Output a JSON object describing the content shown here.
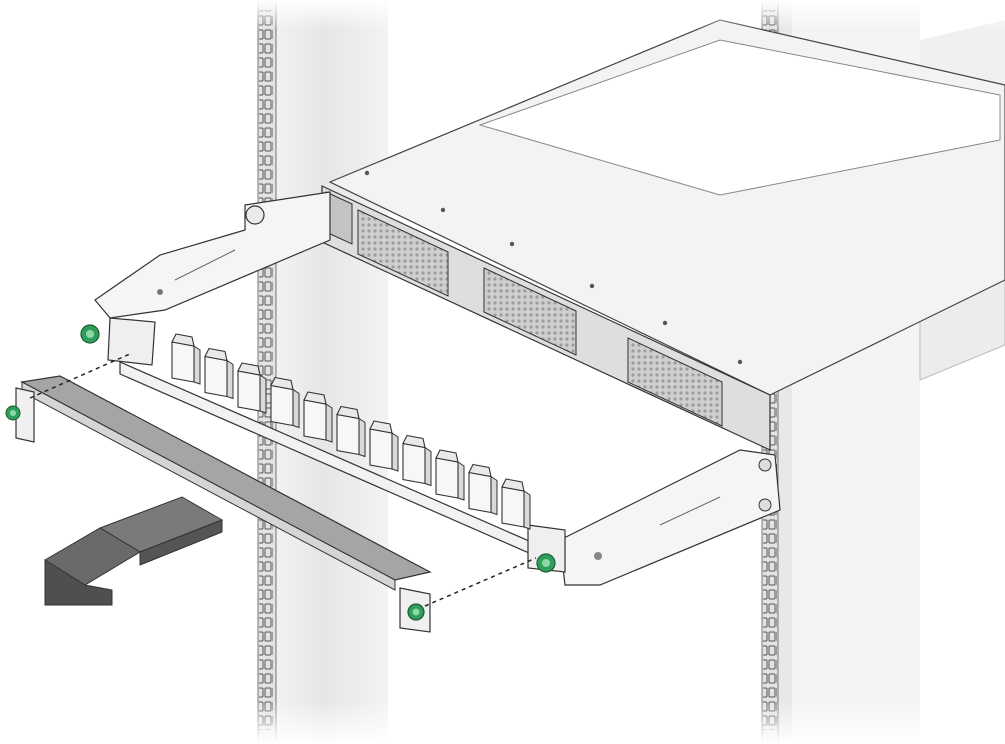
{
  "diagram": {
    "kind": "installation-illustration",
    "components": [
      {
        "id": "rack-rail-left",
        "label": ""
      },
      {
        "id": "rack-rail-right",
        "label": ""
      },
      {
        "id": "network-switch",
        "label": ""
      },
      {
        "id": "cable-management-bracket",
        "label": ""
      },
      {
        "id": "front-cover-panel",
        "label": ""
      },
      {
        "id": "captive-screws",
        "label": ""
      },
      {
        "id": "removal-direction-arrow",
        "label": ""
      }
    ],
    "colors": {
      "rail": "#eeeeee",
      "rail_edge": "#c8c8c8",
      "chassis_top": "#f2f2f2",
      "chassis_front": "#e0e0e0",
      "bracket": "#f7f7f7",
      "cover": "#a0a0a0",
      "arrow": "#707070",
      "screw": "#2e9e5a",
      "outline": "#333333"
    }
  }
}
